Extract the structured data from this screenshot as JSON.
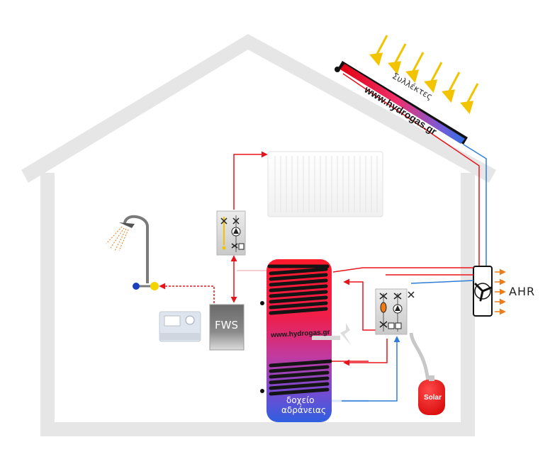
{
  "collector": {
    "label": "Συλλέκτες",
    "website": "www.hydrogas.gr"
  },
  "tank": {
    "website": "www.hydrogas.gr",
    "name_line1": "δοχείο",
    "name_line2": "αδράνειας"
  },
  "fws": {
    "label": "FWS"
  },
  "ahr": {
    "label": "AHR"
  },
  "expansion_vessel": {
    "label": "Solar"
  },
  "colors": {
    "hot_pipe": "#e8141b",
    "cold_pipe": "#2e7dd6",
    "house_outline": "#e6e6e6",
    "tank_top": "#ff1a2a",
    "tank_bottom": "#2f5fe0",
    "sun_rays": "#f2c400",
    "heat_arrows": "#f07a14"
  }
}
